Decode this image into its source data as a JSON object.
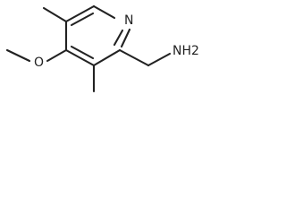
{
  "compound": {
    "atoms": {
      "ring_nitrogen": "N",
      "methoxy_oxygen": "O",
      "amine": "NH2"
    }
  },
  "colors": {
    "bond": "#222222",
    "label": "#222222",
    "background": "#ffffff"
  }
}
